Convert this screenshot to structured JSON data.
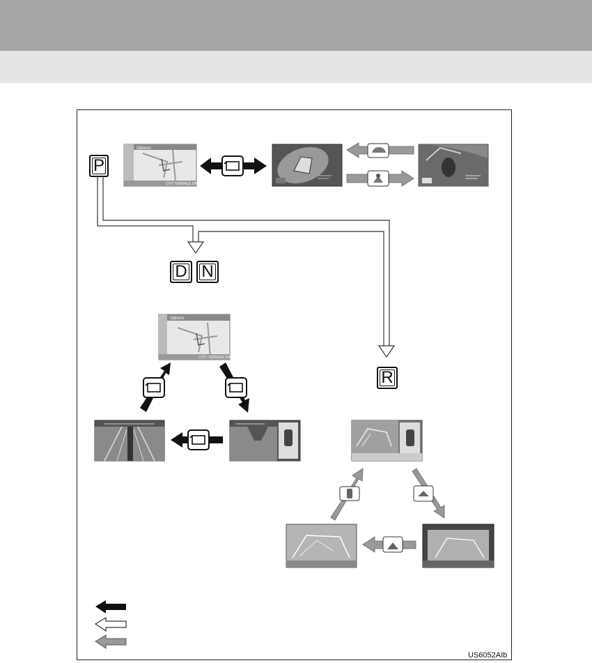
{
  "shift_positions": {
    "park": "P",
    "drive": "D",
    "neutral": "N",
    "reverse": "R"
  },
  "map_screen": {
    "header_label": "Options",
    "street_label": "CITY TERRACE DR"
  },
  "figure_code": "US6052AIb",
  "legend": {
    "items": [
      "black-arrow",
      "white-arrow",
      "gray-arrow"
    ]
  },
  "colors": {
    "band_dark": "#a6a6a6",
    "band_light": "#e4e4e4",
    "screen_bg": "#d9d9d9",
    "black_arrow": "#111111",
    "gray_arrow": "#9a9a9a"
  }
}
